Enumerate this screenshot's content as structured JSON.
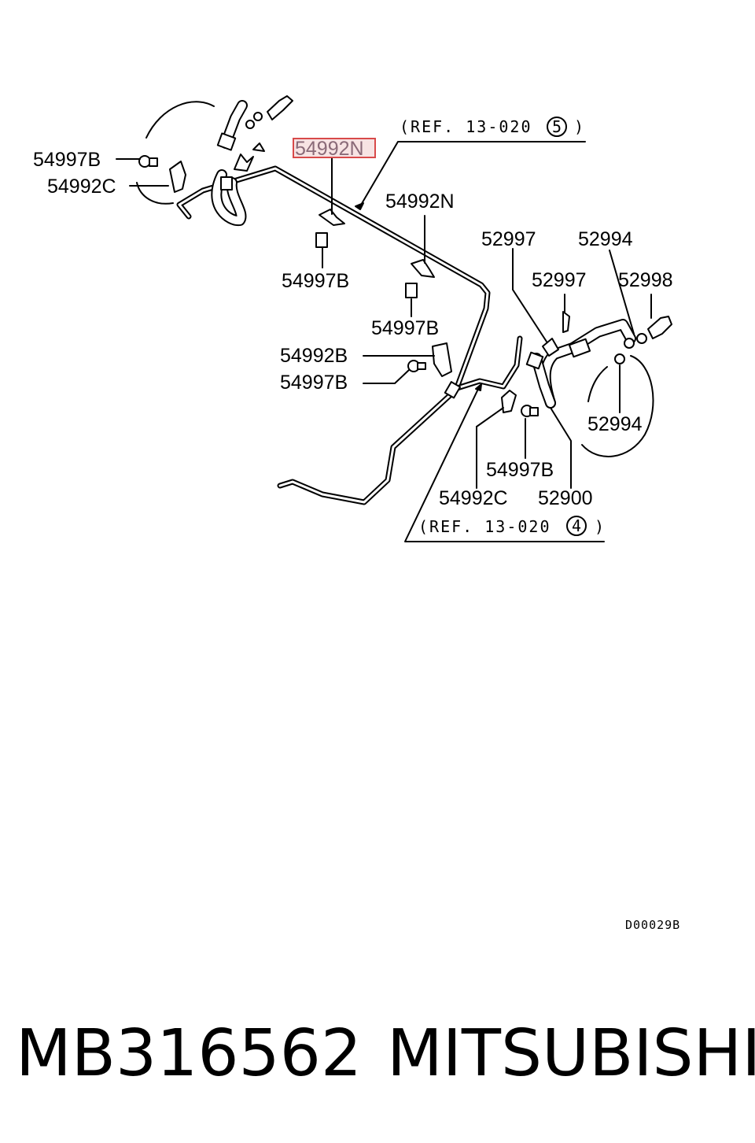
{
  "labels": {
    "left_54997B": "54997B",
    "left_54992C": "54992C",
    "hl_54992N": "54992N",
    "mid_54992N": "54992N",
    "mid_54997B_a": "54997B",
    "mid_54997B_b": "54997B",
    "mid_54992B": "54992B",
    "mid_54997B_c": "54997B",
    "r_52997_a": "52997",
    "r_52994_a": "52994",
    "r_52997_b": "52997",
    "r_52998": "52998",
    "r_52994_b": "52994",
    "r_54997B": "54997B",
    "r_54992C": "54992C",
    "r_52900": "52900"
  },
  "refs": {
    "ref_top_text": "(REF. 13-020",
    "ref_top_num": "5",
    "ref_top_close": ")",
    "ref_bottom_text": "(REF. 13-020",
    "ref_bottom_num": "4",
    "ref_bottom_close": ")"
  },
  "drawing_code": "D00029B",
  "caption": {
    "part_number": "MB316562",
    "brand": "MITSUBISHI"
  },
  "colors": {
    "highlight_box": "#d84a4a",
    "highlight_fill": "#f7e3e3",
    "highlight_text": "#8a6a78"
  }
}
